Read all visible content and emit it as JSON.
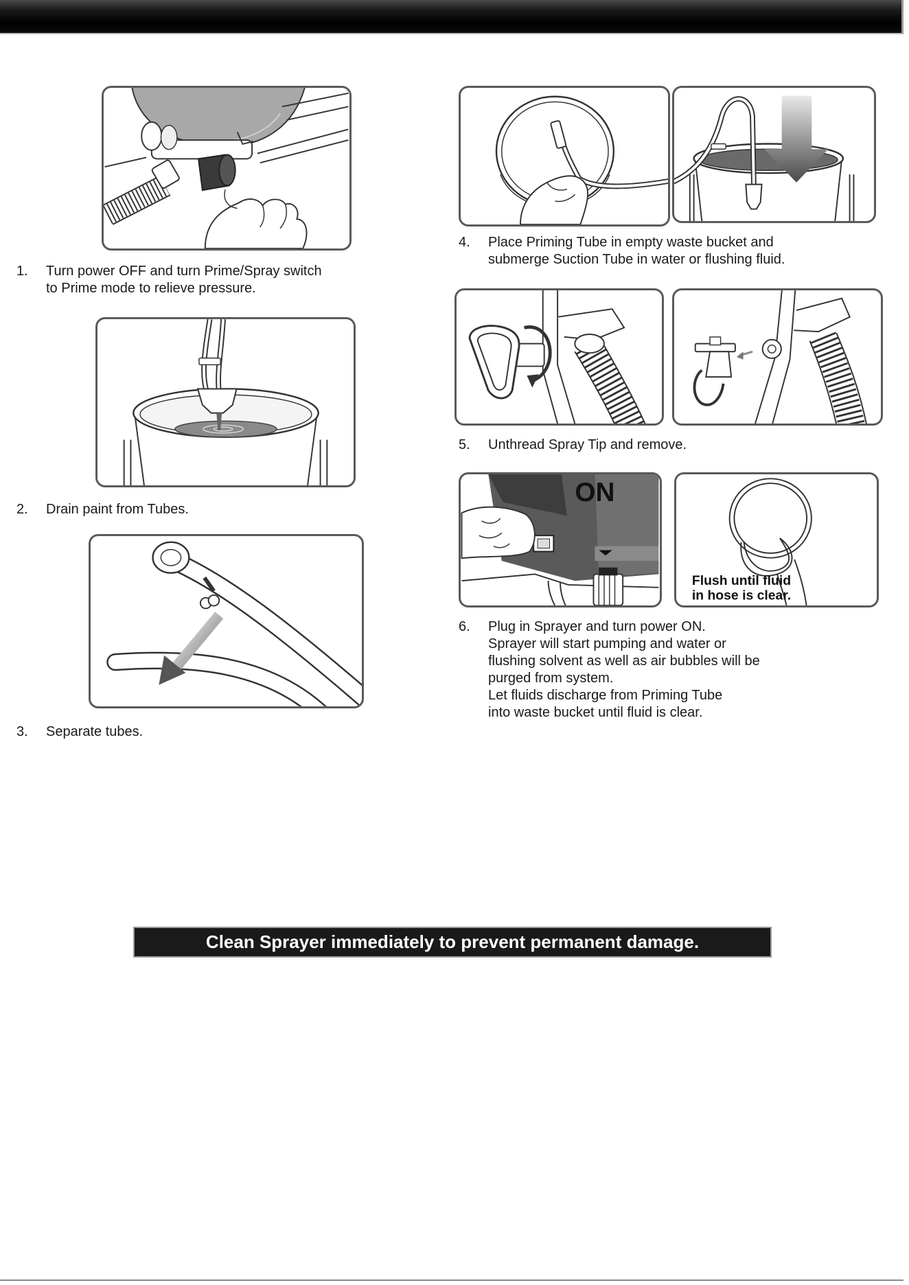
{
  "steps": [
    {
      "number": "1.",
      "lines": [
        "Turn power OFF and turn Prime/Spray switch",
        "to Prime mode to relieve pressure."
      ]
    },
    {
      "number": "2.",
      "lines": [
        "Drain paint from Tubes."
      ]
    },
    {
      "number": "3.",
      "lines": [
        "Separate tubes."
      ]
    },
    {
      "number": "4.",
      "lines": [
        "Place Priming Tube in empty waste bucket and",
        "submerge Suction Tube in water or flushing fluid."
      ]
    },
    {
      "number": "5.",
      "lines": [
        "Unthread Spray Tip and remove."
      ]
    },
    {
      "number": "6.",
      "lines": [
        "Plug in Sprayer and turn power ON.",
        "Sprayer will start pumping and water or",
        "flushing solvent as well as air bubbles will be",
        "purged from system.",
        "Let fluids discharge from Priming Tube",
        "into waste bucket until fluid is clear."
      ]
    }
  ],
  "figure_labels": {
    "power_indicator": "ON",
    "flush_note_line1": "Flush until fluid",
    "flush_note_line2": "in hose is clear."
  },
  "warning_banner": "Clean Sprayer immediately to prevent permanent damage.",
  "colors": {
    "header_bar": "#000000",
    "banner_background": "#1a1a1a",
    "banner_text": "#ffffff",
    "figure_border": "#5a5a5a"
  }
}
